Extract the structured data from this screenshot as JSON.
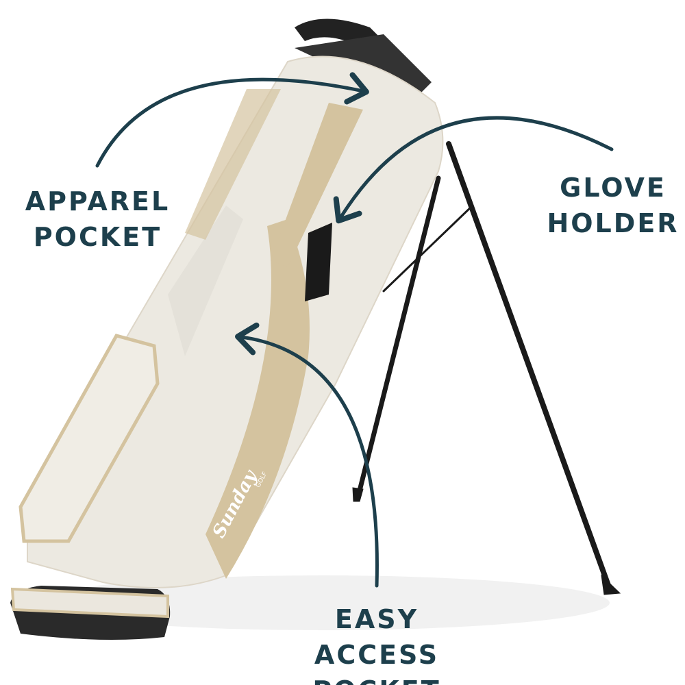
{
  "colors": {
    "annotation": "#1d3f4c",
    "bag_body": "#ece9e1",
    "bag_trim": "#d4c39f",
    "stand": "#1a1a1a"
  },
  "annotations": [
    {
      "id": "apparel",
      "lines": [
        "APPAREL",
        "POCKET"
      ]
    },
    {
      "id": "glove",
      "lines": [
        "GLOVE",
        "HOLDER"
      ]
    },
    {
      "id": "easy",
      "lines": [
        "EASY ACCESS",
        "POCKET"
      ]
    }
  ],
  "bag_logo": {
    "brand": "Sunday",
    "sub": "GOLF"
  }
}
